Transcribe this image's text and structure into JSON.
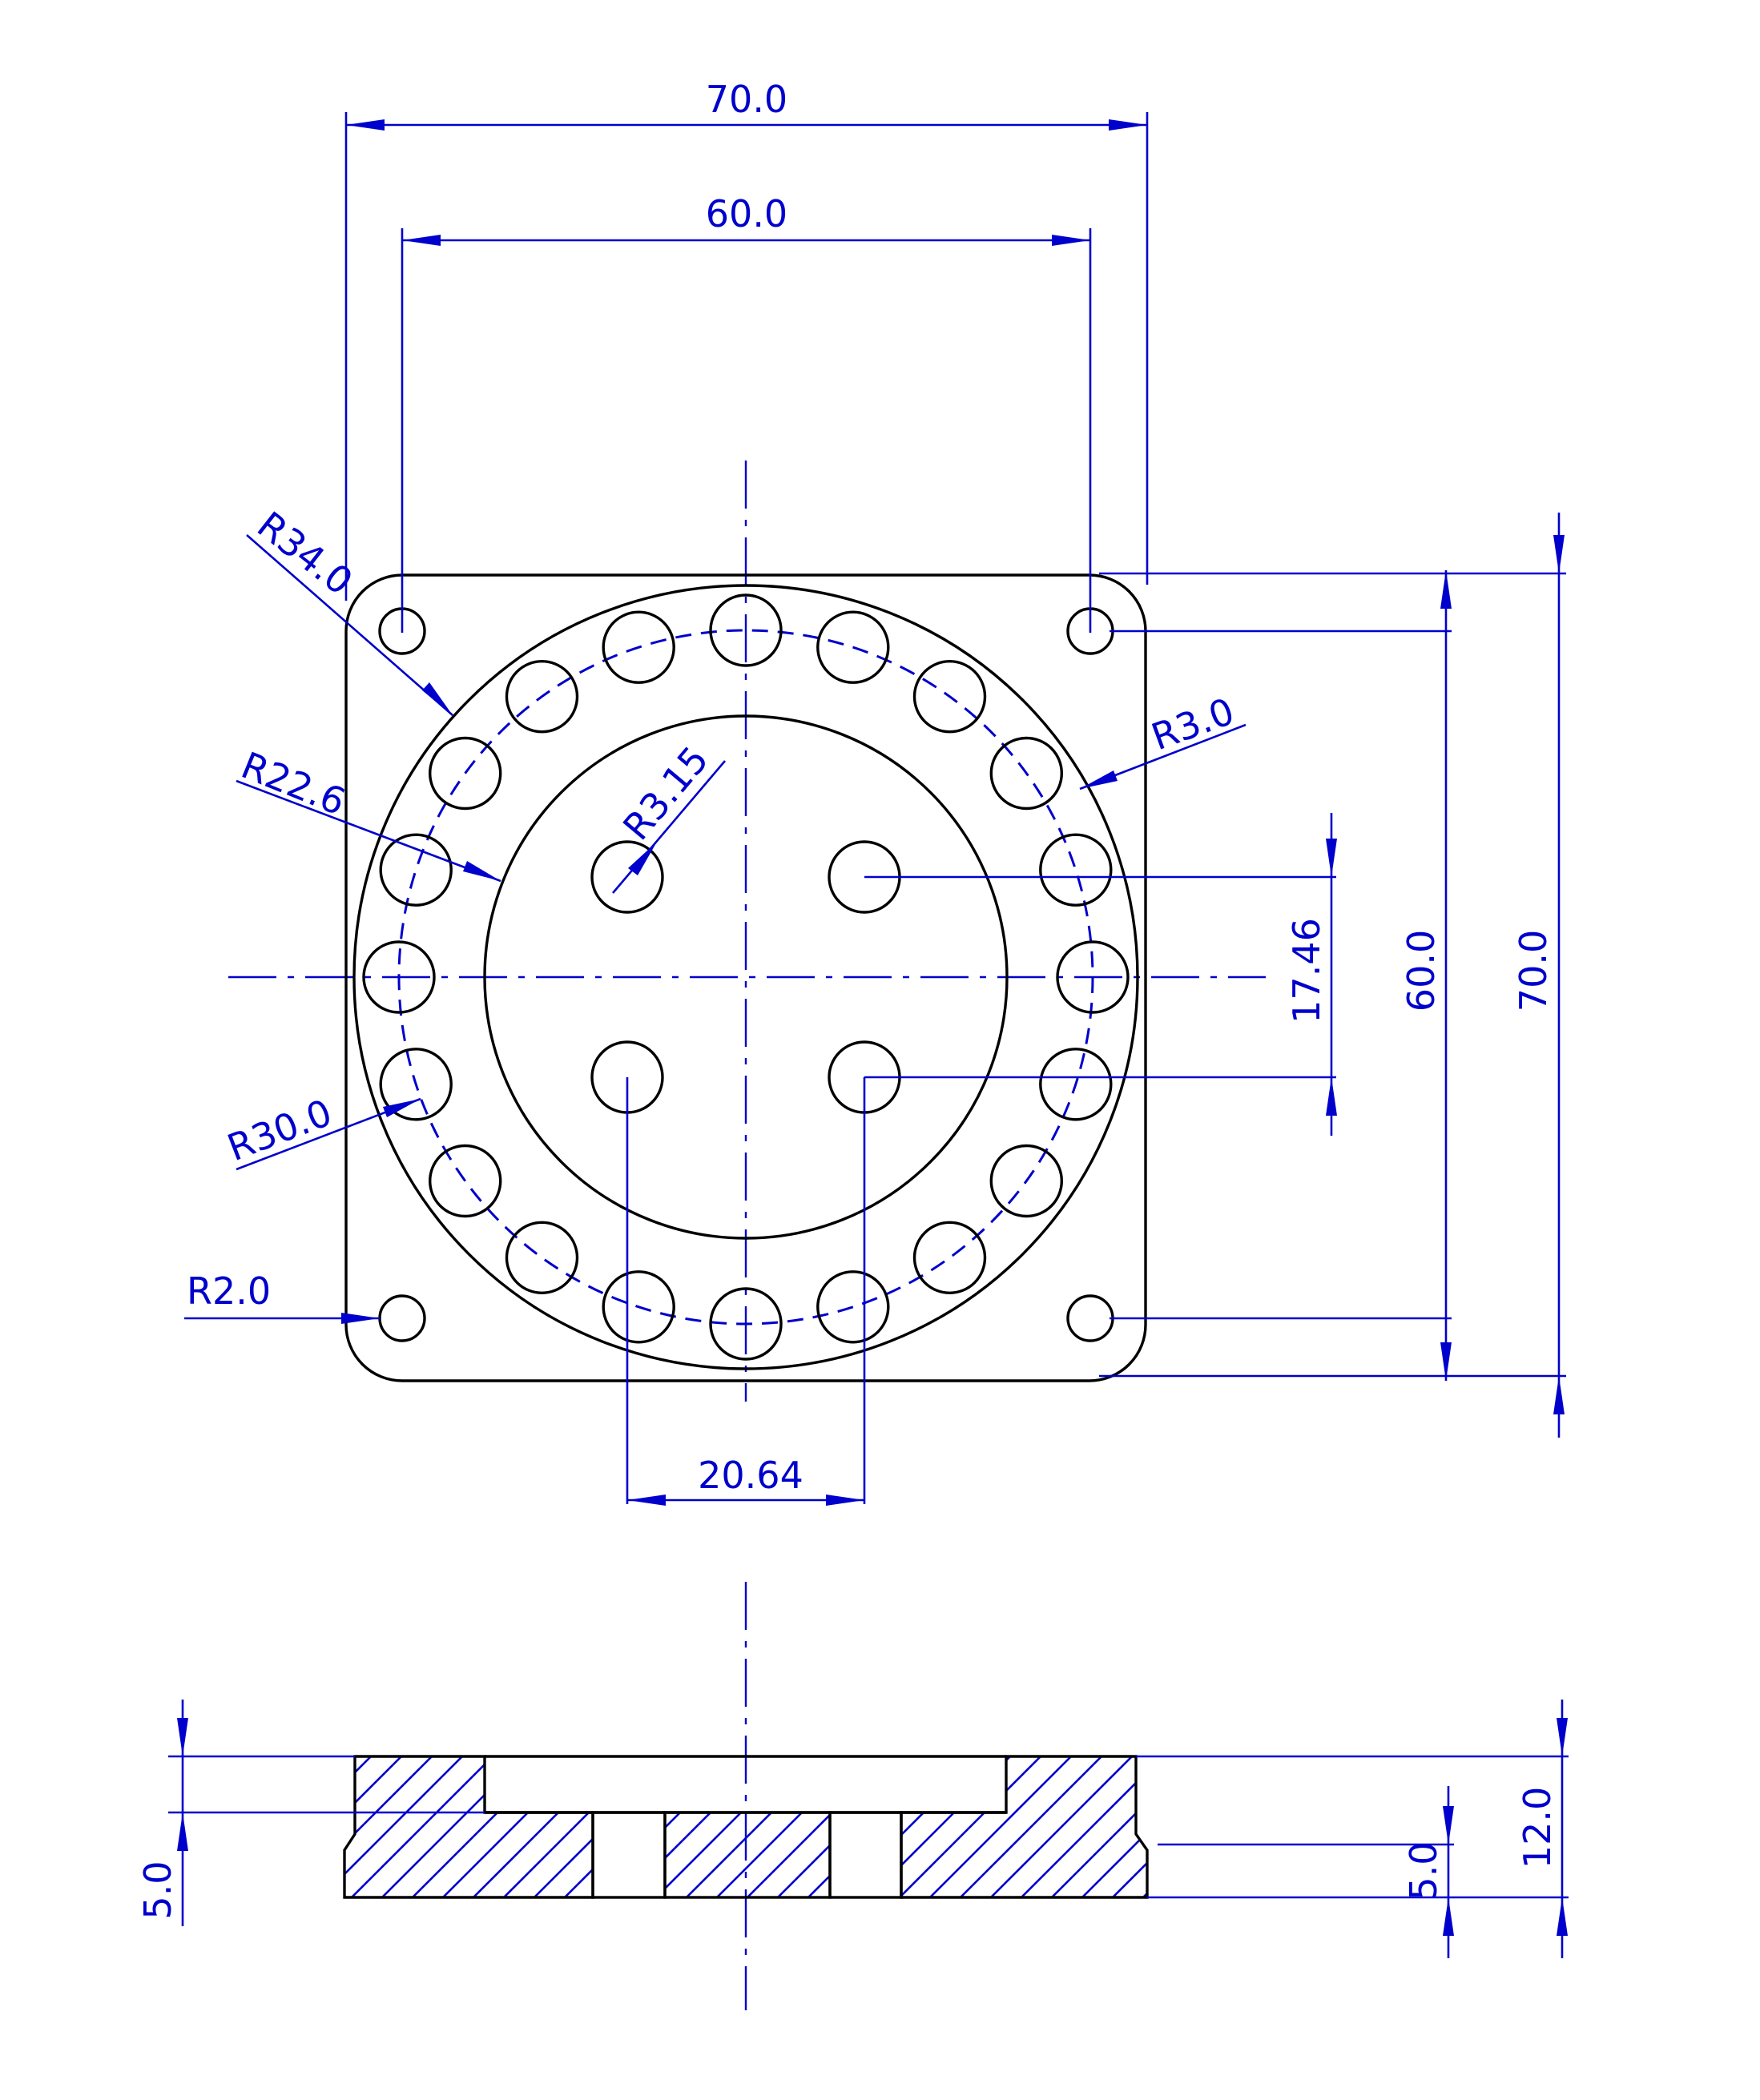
{
  "colors": {
    "part": "#000000",
    "dimension": "#0000cc",
    "background": "#ffffff"
  },
  "dimensions": {
    "overall_width": "70.0",
    "hole_spacing_x": "60.0",
    "overall_height": "70.0",
    "hole_spacing_y": "60.0",
    "inner_spacing_y": "17.46",
    "inner_spacing_x": "20.64",
    "radius_outer_circle": "R34.0",
    "radius_bore": "R22.6",
    "radius_pcd": "R30.0",
    "radius_small_hole": "R3.15",
    "radius_ring_hole": "R3.0",
    "radius_corner_hole": "R2.0",
    "section_thickness": "12.0",
    "section_step_right": "5.0",
    "section_step_left": "5.0"
  }
}
